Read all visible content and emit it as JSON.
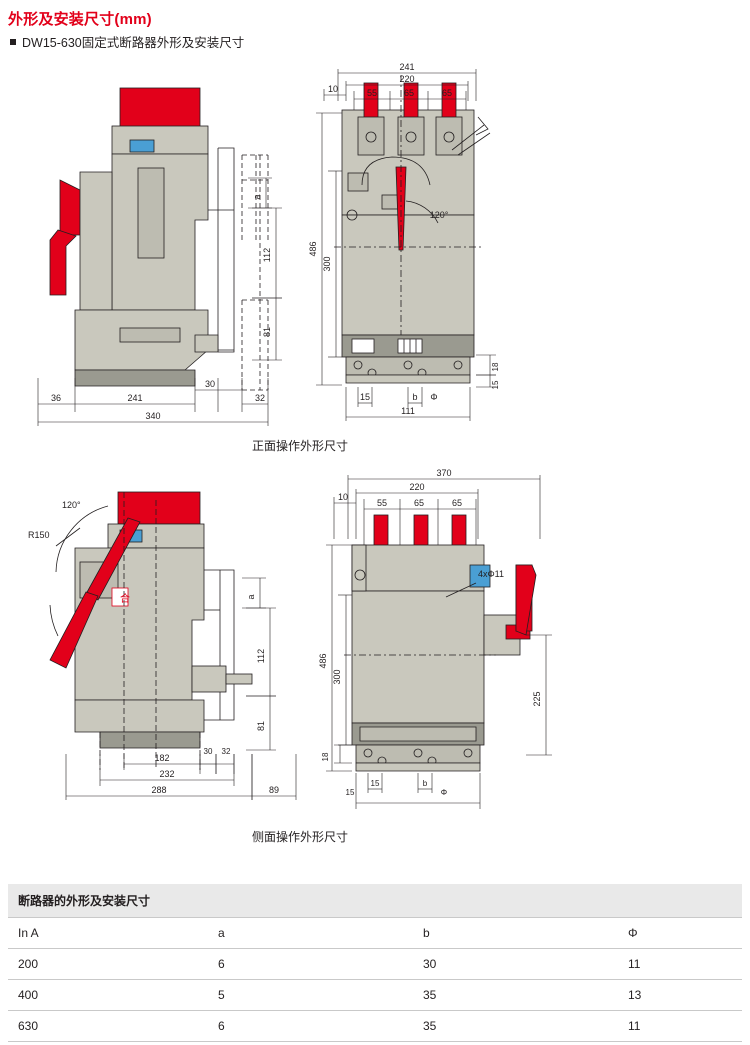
{
  "header": {
    "title": "外形及安装尺寸(mm)",
    "subtitle": "DW15-630固定式断路器外形及安装尺寸"
  },
  "captions": {
    "front": "正面操作外形尺寸",
    "side": "侧面操作外形尺寸"
  },
  "figures": {
    "front_left": {
      "dims": [
        "a",
        "112",
        "81",
        "36",
        "241",
        "30",
        "32",
        "340"
      ]
    },
    "front_right": {
      "dims": [
        "241",
        "220",
        "10",
        "55",
        "65",
        "65",
        "486",
        "300",
        "120°",
        "111",
        "15",
        "b",
        "Φ",
        "18",
        "15"
      ]
    },
    "side_left": {
      "dims": [
        "120°",
        "R150",
        "a",
        "112",
        "81",
        "182",
        "30",
        "32",
        "232",
        "288",
        "89"
      ],
      "label_he": "合"
    },
    "side_right": {
      "dims": [
        "370",
        "220",
        "10",
        "55",
        "65",
        "65",
        "4xΦ11",
        "486",
        "300",
        "225",
        "18",
        "15",
        "15",
        "b",
        "Φ"
      ]
    }
  },
  "table": {
    "title": "断路器的外形及安装尺寸",
    "columns": [
      "In A",
      "a",
      "b",
      "Φ"
    ],
    "rows": [
      [
        "200",
        "6",
        "30",
        "11"
      ],
      [
        "400",
        "5",
        "35",
        "13"
      ],
      [
        "630",
        "6",
        "35",
        "11"
      ]
    ]
  },
  "colors": {
    "accent_red": "#e2001a",
    "body_gray": "#c9c8bd",
    "dark_gray": "#9a9a90",
    "line": "#231f20",
    "blue": "#4a9fd4",
    "table_header_bg": "#e9e9e9"
  }
}
